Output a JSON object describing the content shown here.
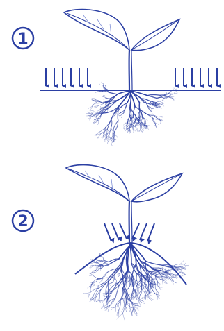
{
  "colors": {
    "ink": "#2b3fa3",
    "ink_light": "#7f8fd6",
    "leaf_fill": "#ffffff",
    "background": "#ffffff"
  },
  "steps": [
    {
      "number": "1",
      "description_icon": "circled-number-1",
      "arrows_left_count": 6,
      "arrows_right_count": 6,
      "soil_shape": "flat"
    },
    {
      "number": "2",
      "description_icon": "circled-number-2",
      "arrows_left_count": 3,
      "arrows_right_count": 3,
      "soil_shape": "mound"
    }
  ]
}
